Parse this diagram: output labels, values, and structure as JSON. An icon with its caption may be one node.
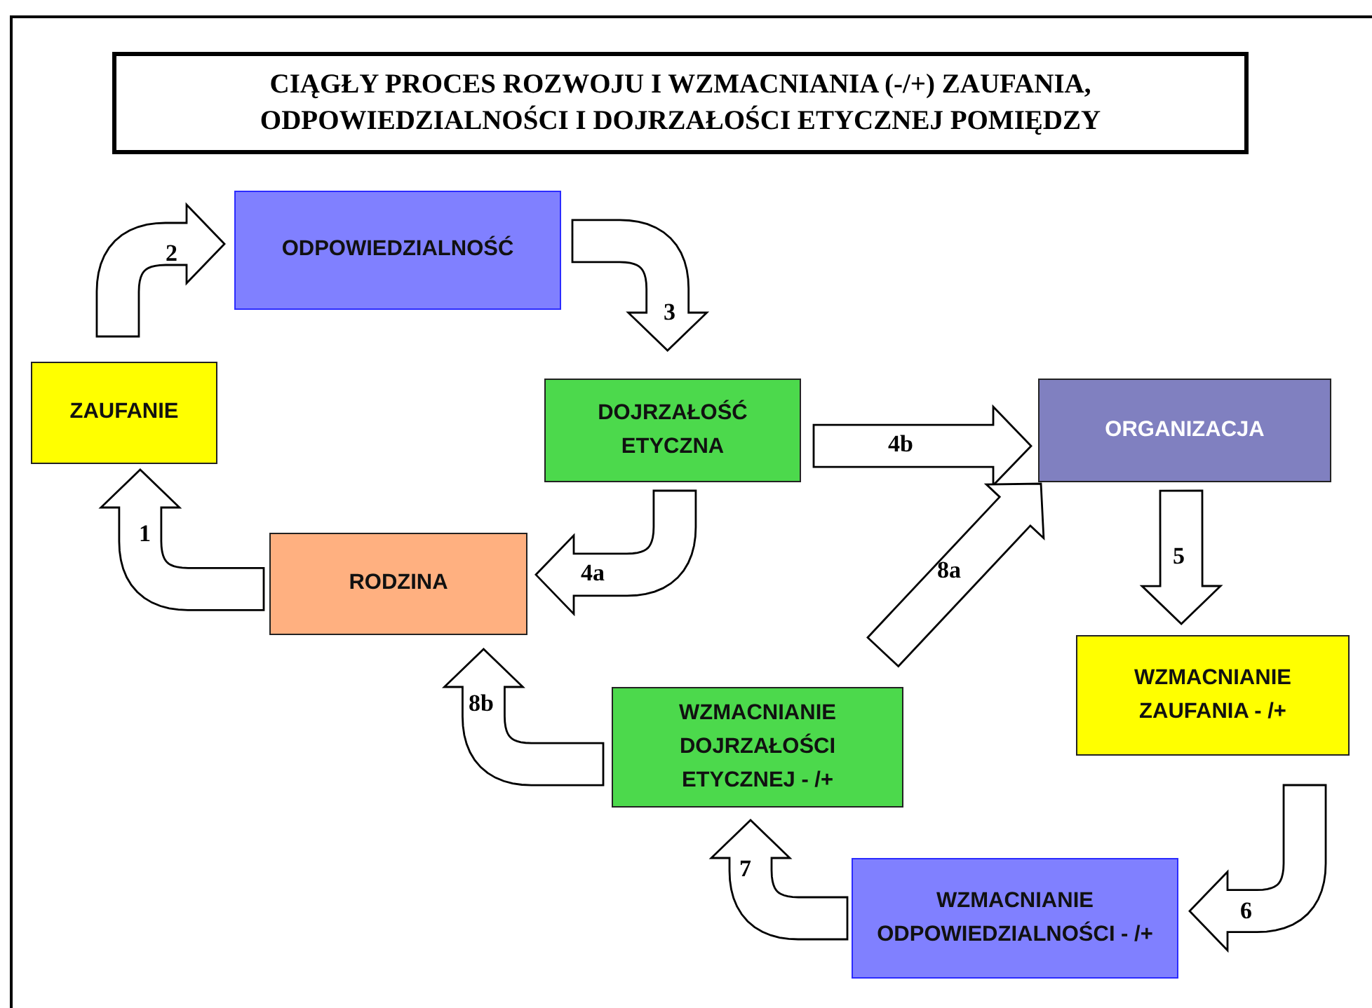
{
  "diagram": {
    "title": "CIĄGŁY PROCES ROZWOJU I WZMACNIANIA (-/+) ZAUFANIA, ODPOWIEDZIALNOŚCI I DOJRZAŁOŚCI ETYCZNEJ POMIĘDZY",
    "nodes": [
      {
        "text": [
          "ZAUFANIE"
        ]
      },
      {
        "text": [
          "ODPOWIEDZIALNOŚĆ"
        ]
      },
      {
        "text": [
          "DOJRZAŁOŚĆ ETYCZNA"
        ]
      },
      {
        "text": [
          "ORGANIZACJA"
        ]
      },
      {
        "text": [
          "RODZINA"
        ]
      },
      {
        "text": [
          "WZMACNIANIE ZAUFANIA - /+"
        ]
      },
      {
        "text": [
          "WZMACNIANIE DOJRZAŁOŚCI ETYCZNEJ - /+"
        ]
      },
      {
        "text": [
          "WZMACNIANIE ODPOWIEDZIALNOŚCI - /+"
        ]
      }
    ],
    "edges": [
      {
        "from": 4,
        "to": 0,
        "arrow": "to",
        "label": "1"
      },
      {
        "from": 0,
        "to": 1,
        "arrow": "to",
        "label": "2"
      },
      {
        "from": 1,
        "to": 2,
        "arrow": "to",
        "label": "3"
      },
      {
        "from": 2,
        "to": 4,
        "arrow": "to",
        "label": "4a"
      },
      {
        "from": 2,
        "to": 3,
        "arrow": "to",
        "label": "4b"
      },
      {
        "from": 3,
        "to": 5,
        "arrow": "to",
        "label": "5"
      },
      {
        "from": 5,
        "to": 7,
        "arrow": "to",
        "label": "6"
      },
      {
        "from": 7,
        "to": 6,
        "arrow": "to",
        "label": "7"
      },
      {
        "from": 6,
        "to": 3,
        "arrow": "to",
        "label": "8a"
      },
      {
        "from": 6,
        "to": 4,
        "arrow": "to",
        "label": "8b"
      }
    ]
  }
}
